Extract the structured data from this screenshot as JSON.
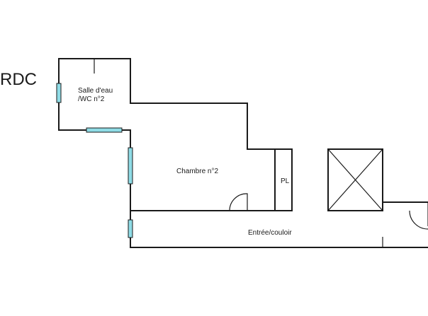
{
  "plan": {
    "level_label": "RDC",
    "rooms": {
      "bathroom_line1": "Salle d'eau",
      "bathroom_line2": "/WC n°2",
      "bedroom": "Chambre n°2",
      "closet": "PL",
      "hallway": "Entrée/couloir"
    }
  },
  "colors": {
    "wall": "#1a1a1a",
    "window": "#8fdce6",
    "background": "#ffffff"
  }
}
